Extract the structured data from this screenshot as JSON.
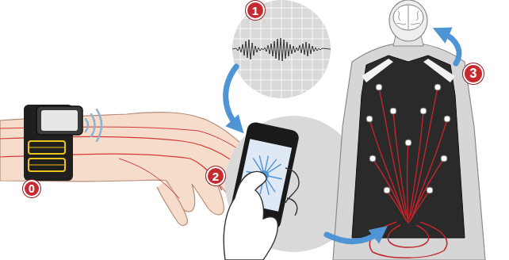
{
  "diagram": {
    "labels": [
      "0",
      "1",
      "2",
      "3"
    ]
  }
}
